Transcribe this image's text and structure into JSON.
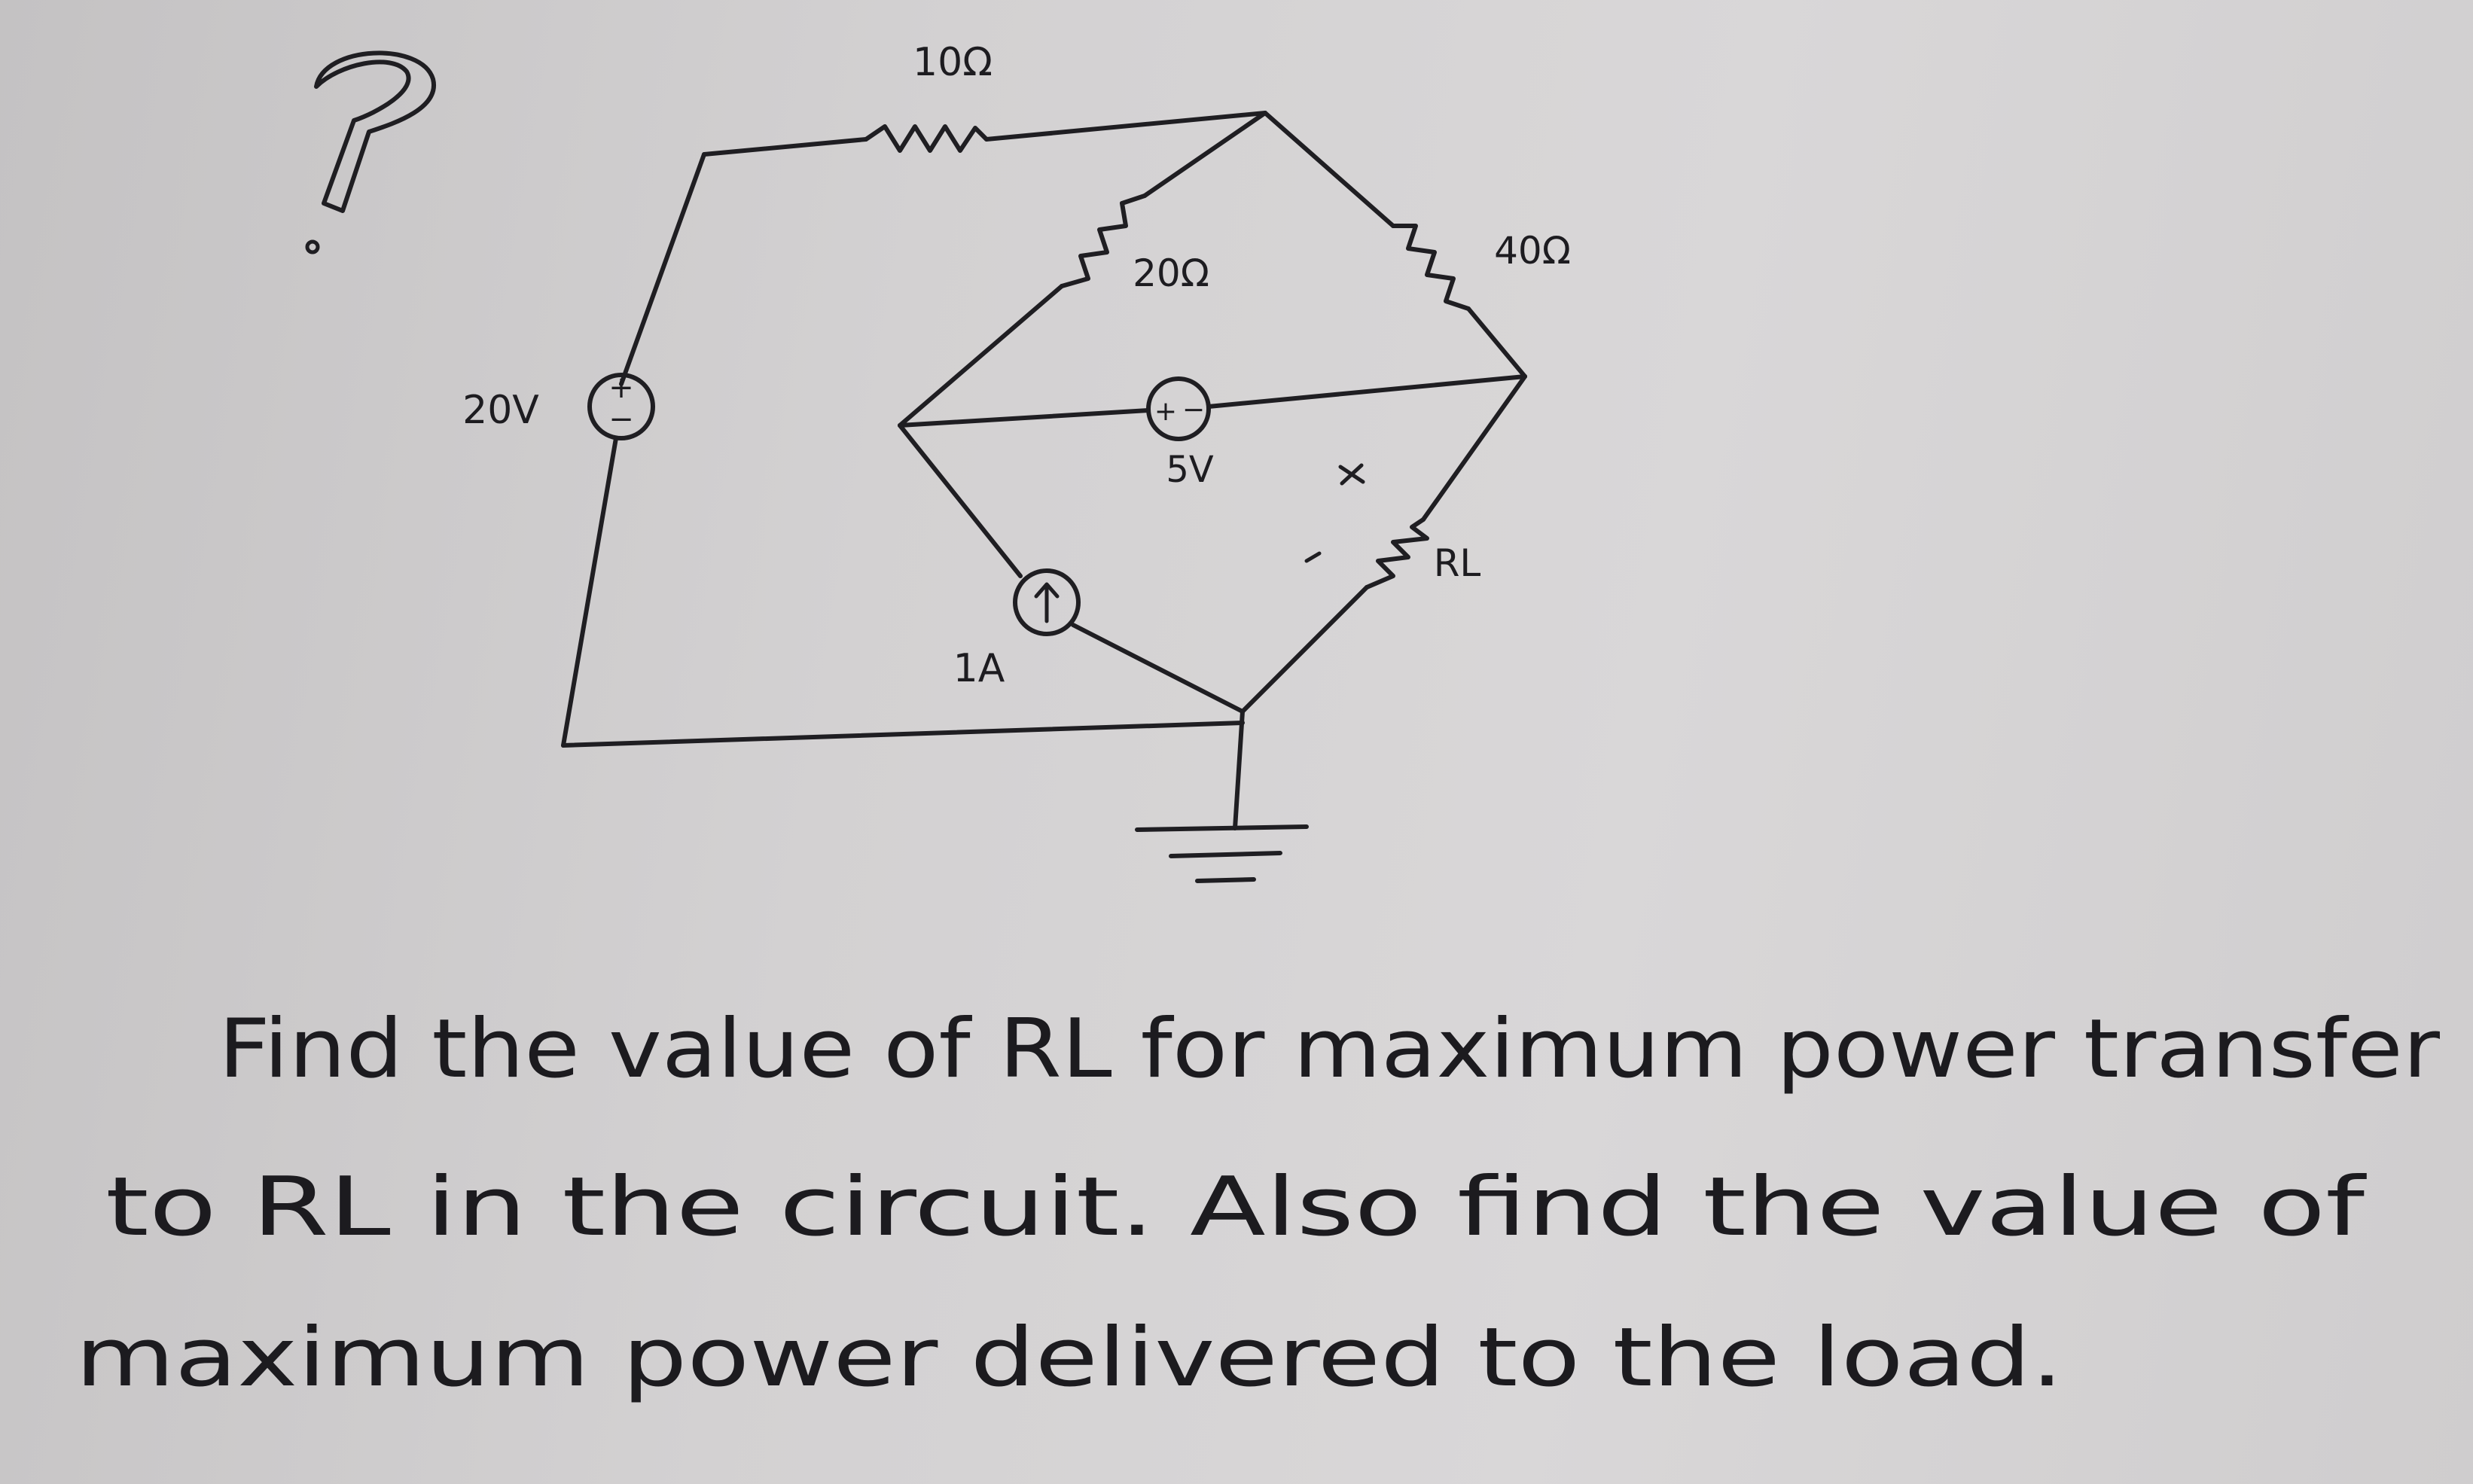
{
  "diagram": {
    "labels": {
      "r_top": "10Ω",
      "r_mid": "20Ω",
      "r_right": "40Ω",
      "source_v": "20V",
      "source_mid": "5V",
      "current_src": "1A",
      "load": "RL",
      "plus_mark": "+",
      "minus_mark": "−",
      "plus_sign": "+",
      "minus_sign": "−"
    }
  },
  "question": {
    "line1": "Find the value of RL for maximum power transfer",
    "line2": "to RL in the circuit. Also find the value of",
    "line3": "maximum power delivered to the load."
  }
}
